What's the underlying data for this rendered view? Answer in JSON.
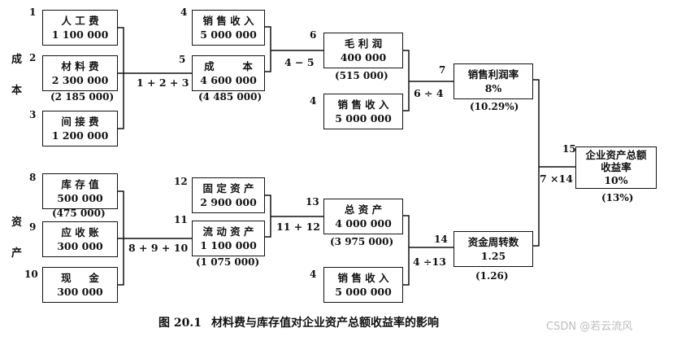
{
  "groups": {
    "cost": [
      "成",
      "本"
    ],
    "assets": [
      "资",
      "产"
    ]
  },
  "boxes": {
    "b1": {
      "num": "1",
      "label": "人 工 费",
      "value": "1 100 000",
      "sub": ""
    },
    "b2": {
      "num": "2",
      "label": "材 料 费",
      "value": "2 300 000",
      "sub": "(2 185 000)"
    },
    "b3": {
      "num": "3",
      "label": "间 接 费",
      "value": "1 200 000",
      "sub": ""
    },
    "b4a": {
      "num": "4",
      "label": "销 售 收 入",
      "value": "5 000 000",
      "sub": ""
    },
    "b5": {
      "num": "5",
      "label": "成        本",
      "value": "4 600 000",
      "sub": "(4 485 000)"
    },
    "b6": {
      "num": "6",
      "label": "毛 利 润",
      "value": "400 000",
      "sub": "(515 000)"
    },
    "b4b": {
      "num": "4",
      "label": "销 售 收 入",
      "value": "5 000 000",
      "sub": ""
    },
    "b7": {
      "num": "7",
      "label": "销售利润率",
      "value": "8%",
      "sub": "(10.29%)"
    },
    "b8": {
      "num": "8",
      "label": "库 存 值",
      "value": "500 000",
      "sub": "(475 000)"
    },
    "b9": {
      "num": "9",
      "label": "应 收 账",
      "value": "300 000",
      "sub": ""
    },
    "b10": {
      "num": "10",
      "label": "现     金",
      "value": "300 000",
      "sub": ""
    },
    "b12": {
      "num": "12",
      "label": "固 定 资 产",
      "value": "2 900 000",
      "sub": ""
    },
    "b11": {
      "num": "11",
      "label": "流 动 资 产",
      "value": "1 100 000",
      "sub": "(1 075 000)"
    },
    "b13": {
      "num": "13",
      "label": "总 资 产",
      "value": "4 000 000",
      "sub": "(3 975 000)"
    },
    "b4c": {
      "num": "4",
      "label": "销 售 收 入",
      "value": "5 000 000",
      "sub": ""
    },
    "b14": {
      "num": "14",
      "label": "资金周转数",
      "value": "1.25",
      "sub": "(1.26)"
    },
    "b15": {
      "num": "15",
      "label": "企业资产总额\n收益率",
      "value": "10%",
      "sub": "(13%)"
    }
  },
  "operators": {
    "sum_cost": "1 + 2 + 3",
    "gross": "4 − 5",
    "margin": "6 ÷ 4",
    "sum_assets": "8 + 9 + 10",
    "total": "11 + 12",
    "turnover": "4 ÷13",
    "roa": "7 ×14"
  },
  "caption": {
    "figure": "图 20.1",
    "text": "材料费与库存值对企业资产总额收益率的影响"
  },
  "watermark": "CSDN @若云流风"
}
